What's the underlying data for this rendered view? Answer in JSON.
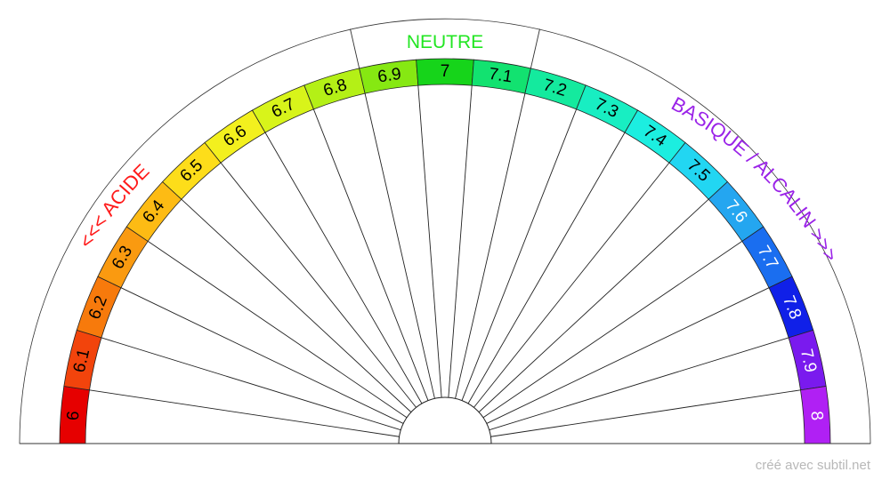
{
  "scale": {
    "segments": [
      {
        "label": "6",
        "color": "#e60000",
        "text_color": "#000000"
      },
      {
        "label": "6.1",
        "color": "#f2440c",
        "text_color": "#000000"
      },
      {
        "label": "6.2",
        "color": "#f77a0c",
        "text_color": "#000000"
      },
      {
        "label": "6.3",
        "color": "#fa9a10",
        "text_color": "#000000"
      },
      {
        "label": "6.4",
        "color": "#fdbb14",
        "text_color": "#000000"
      },
      {
        "label": "6.5",
        "color": "#fddd1a",
        "text_color": "#000000"
      },
      {
        "label": "6.6",
        "color": "#f3f01e",
        "text_color": "#000000"
      },
      {
        "label": "6.7",
        "color": "#d8f41a",
        "text_color": "#000000"
      },
      {
        "label": "6.8",
        "color": "#b4f016",
        "text_color": "#000000"
      },
      {
        "label": "6.9",
        "color": "#86e812",
        "text_color": "#000000"
      },
      {
        "label": "7",
        "color": "#16d41a",
        "text_color": "#000000"
      },
      {
        "label": "7.1",
        "color": "#12e270",
        "text_color": "#000000"
      },
      {
        "label": "7.2",
        "color": "#14ea9e",
        "text_color": "#000000"
      },
      {
        "label": "7.3",
        "color": "#18eec2",
        "text_color": "#000000"
      },
      {
        "label": "7.4",
        "color": "#1ceee0",
        "text_color": "#000000"
      },
      {
        "label": "7.5",
        "color": "#22d6f2",
        "text_color": "#000000"
      },
      {
        "label": "7.6",
        "color": "#24a6f0",
        "text_color": "#ffffff"
      },
      {
        "label": "7.7",
        "color": "#1a6ef0",
        "text_color": "#ffffff"
      },
      {
        "label": "7.8",
        "color": "#1020e8",
        "text_color": "#ffffff"
      },
      {
        "label": "7.9",
        "color": "#7a1aee",
        "text_color": "#ffffff"
      },
      {
        "label": "8",
        "color": "#b020f4",
        "text_color": "#ffffff"
      }
    ]
  },
  "labels": {
    "neutral": {
      "text": "NEUTRE",
      "color": "#22e622"
    },
    "acid": {
      "text": "<<< ACIDE",
      "color": "#ff1a1a"
    },
    "basic": {
      "text": "BASIQUE / ALCALIN >>>",
      "color": "#9a22e8"
    }
  },
  "footer": {
    "credit": "créé avec subtil.net"
  }
}
